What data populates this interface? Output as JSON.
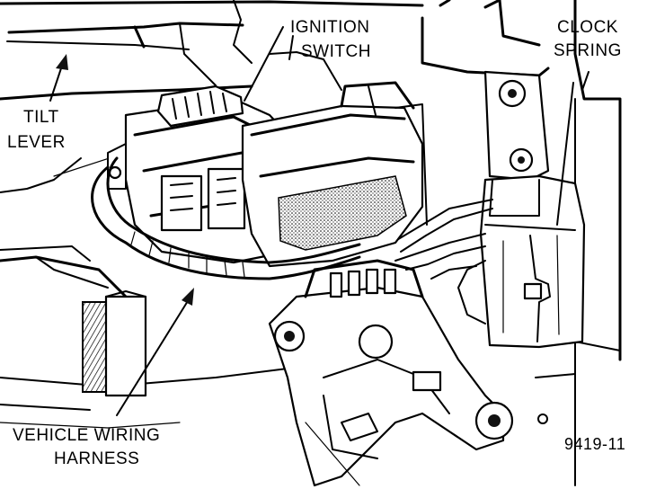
{
  "labels": {
    "ignition_switch": [
      "IGNITION",
      "SWITCH"
    ],
    "clock_spring": [
      "CLOCK",
      "SPRING"
    ],
    "tilt_lever": [
      "TILT",
      "LEVER"
    ],
    "vehicle_wiring_harness": [
      "VEHICLE WIRING",
      "HARNESS"
    ],
    "figure_number": "9419-11"
  },
  "colors": {
    "ink": "#000000",
    "paper": "#ffffff"
  }
}
